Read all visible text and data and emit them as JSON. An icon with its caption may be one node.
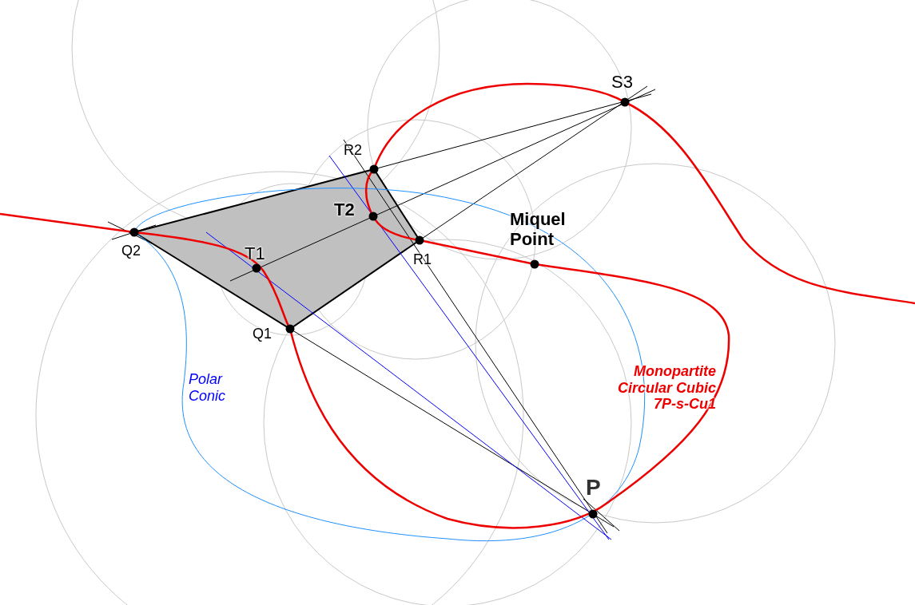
{
  "diagram": {
    "labels": [
      "S3",
      "R2",
      "T2",
      "Miquel Point",
      "Q2",
      "T1",
      "R1",
      "Q1",
      "Polar Conic",
      "Monopartite Circular Cubic 7P-s-Cu1",
      "P"
    ]
  }
}
